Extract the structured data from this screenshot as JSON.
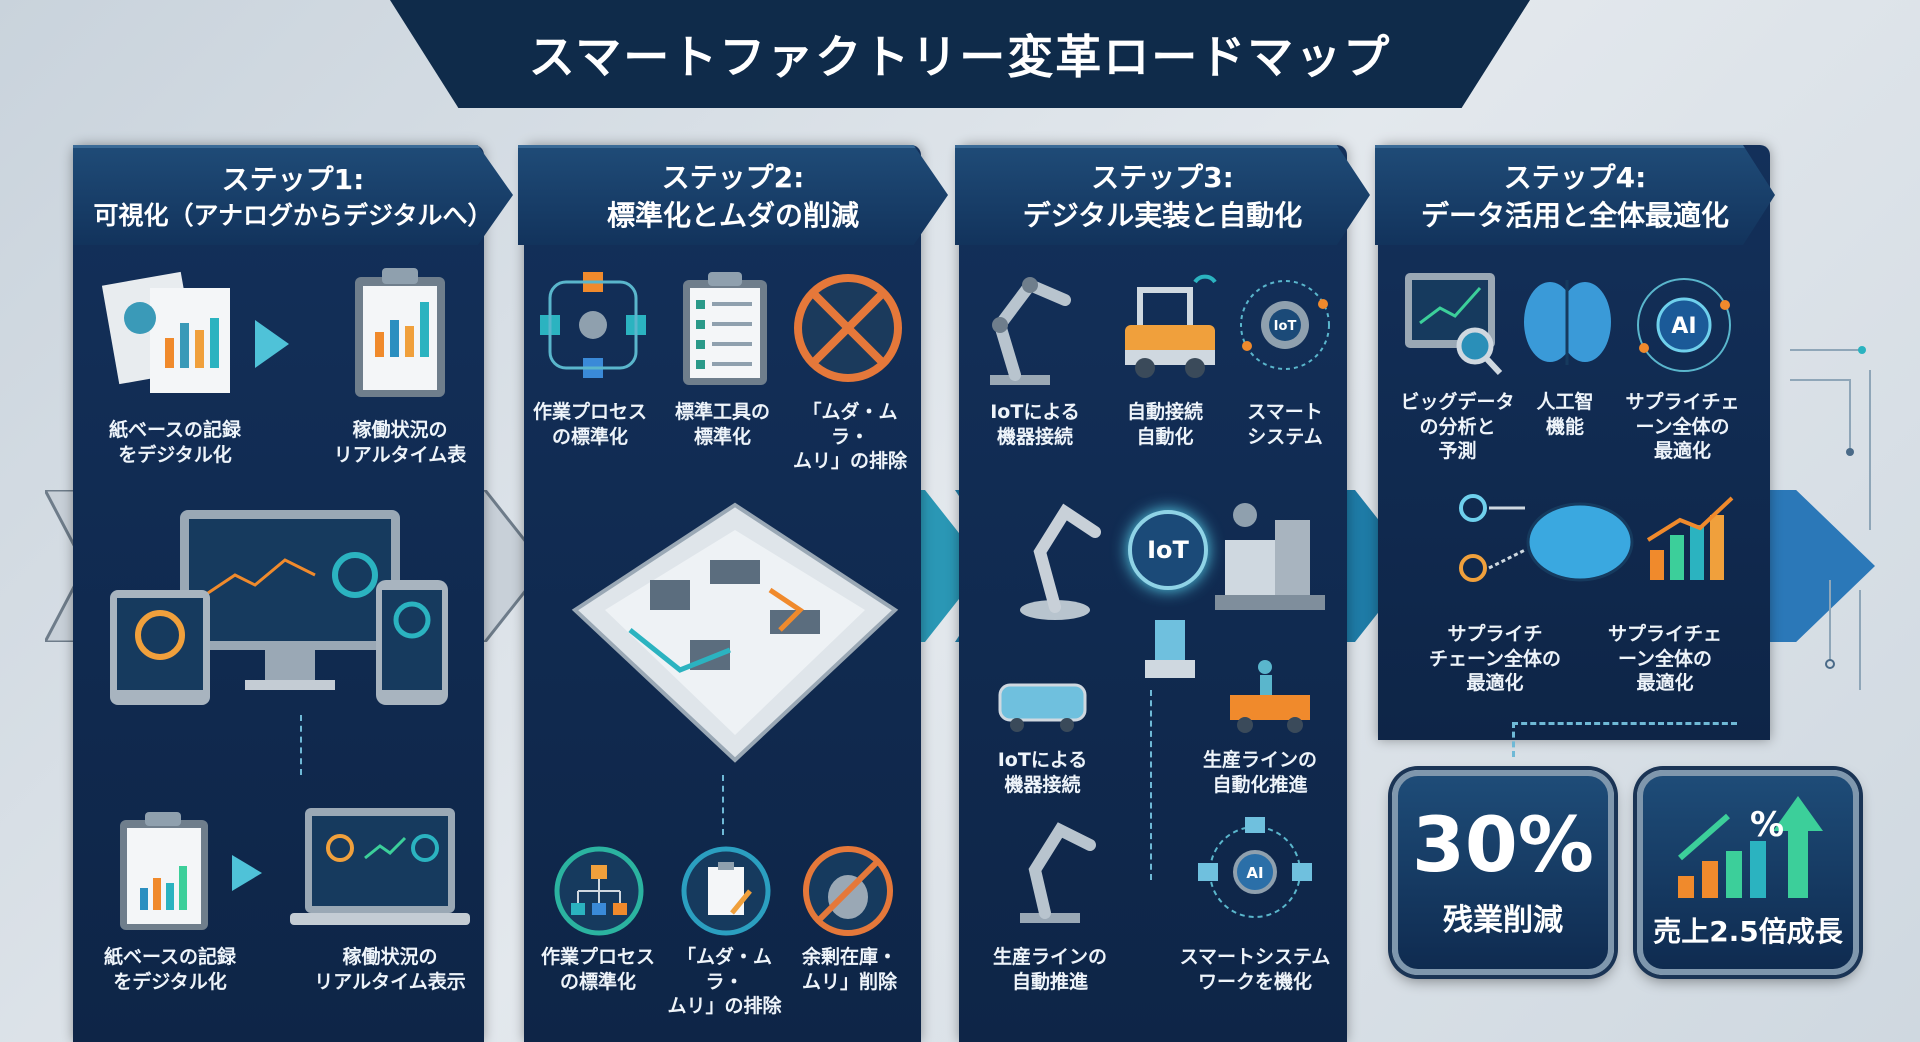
{
  "title": "スマートファクトリー変革ロードマップ",
  "steps": [
    {
      "step": "ステップ1:",
      "name": "可視化（アナログからデジタルへ）",
      "top_items": [
        "紙ベースの記録\nをデジタル化",
        "稼働状況の\nリアルタイム表"
      ],
      "bottom_items": [
        "紙ベースの記録\nをデジタル化",
        "稼働状況の\nリアルタイム表示"
      ]
    },
    {
      "step": "ステップ2:",
      "name": "標準化とムダの削減",
      "top_items": [
        "作業プロセス\nの標準化",
        "標準工具の\n標準化",
        "「ムダ・ムラ・\nムリ」の排除"
      ],
      "bottom_items": [
        "作業プロセス\nの標準化",
        "「ムダ・ムラ・\nムリ」の排除",
        "余剰在庫・\nムリ」削除"
      ]
    },
    {
      "step": "ステップ3:",
      "name": "デジタル実装と自動化",
      "top_items": [
        "IoTによる\n機器接続",
        "自動接続\n自動化",
        "スマート\nシステム"
      ],
      "hub_label": "IoT",
      "mid_items": [
        "IoTによる\n機器接続",
        "生産ラインの\n自動化推進"
      ],
      "bottom_items": [
        "生産ラインの\n自動推進",
        "スマートシステム\nワークを機化"
      ],
      "ai_label": "AI"
    },
    {
      "step": "ステップ4:",
      "name": "データ活用と全体最適化",
      "top_items": [
        "ビッグデータ\nの分析と\n予測",
        "人工智\n機能",
        "サプライチェ\nーン全体の\n最適化"
      ],
      "ai_label": "AI",
      "mid_items": [
        "サプライチ\nチェーン全体の\n最適化",
        "サプライチェ\nーン全体の\n最適化"
      ]
    }
  ],
  "kpis": [
    {
      "value": "30%",
      "label": "残業削減"
    },
    {
      "symbol": "%",
      "label": "売上2.5倍成長"
    }
  ],
  "colors": {
    "navy": "#0f2b4a",
    "teal": "#2bb3c0",
    "orange": "#f08a2c",
    "green": "#3ccf9a"
  }
}
